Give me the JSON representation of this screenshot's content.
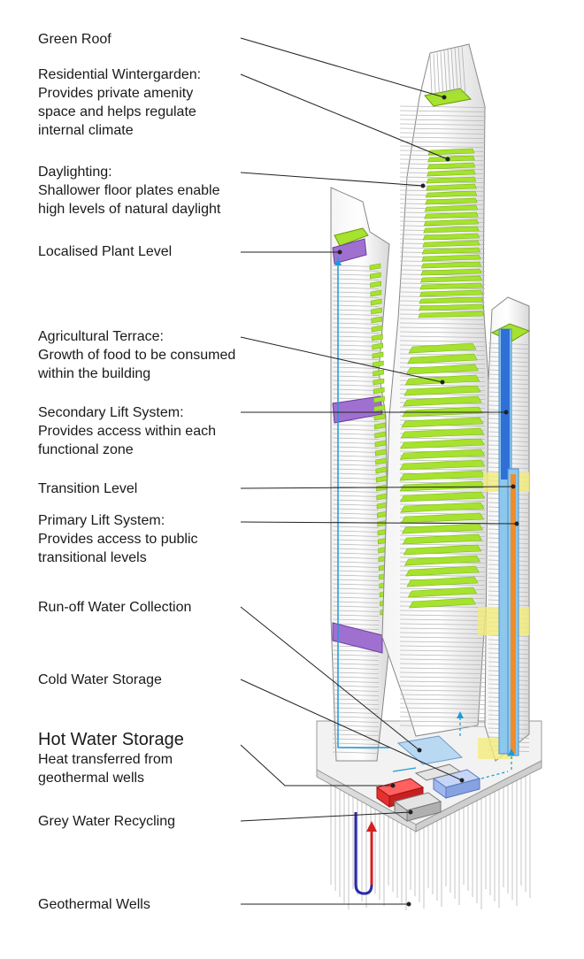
{
  "labels": [
    {
      "key": "green-roof",
      "title": "Green Roof",
      "desc": []
    },
    {
      "key": "residential-wintergarden",
      "title": "Residential Wintergarden:",
      "desc": [
        "Provides private amenity",
        "space and helps regulate",
        "internal climate"
      ]
    },
    {
      "key": "daylighting",
      "title": "Daylighting:",
      "desc": [
        "Shallower floor plates enable",
        "high levels of natural daylight"
      ]
    },
    {
      "key": "localised-plant-level",
      "title": "Localised Plant Level",
      "desc": []
    },
    {
      "key": "agricultural-terrace",
      "title": "Agricultural Terrace:",
      "desc": [
        "Growth of food to be consumed",
        "within the building"
      ]
    },
    {
      "key": "secondary-lift-system",
      "title": "Secondary Lift System:",
      "desc": [
        "Provides access within each",
        "functional zone"
      ]
    },
    {
      "key": "transition-level",
      "title": "Transition Level",
      "desc": []
    },
    {
      "key": "primary-lift-system",
      "title": "Primary Lift System:",
      "desc": [
        "Provides access to public",
        "transitional levels"
      ]
    },
    {
      "key": "run-off-water-collection",
      "title": "Run-off Water Collection",
      "desc": []
    },
    {
      "key": "cold-water-storage",
      "title": "Cold Water Storage",
      "desc": []
    },
    {
      "key": "hot-water-storage",
      "title": "Hot Water Storage",
      "desc": [
        "Heat transferred from",
        "geothermal wells"
      ]
    },
    {
      "key": "grey-water-recycling",
      "title": "Grey Water Recycling",
      "desc": []
    },
    {
      "key": "geothermal-wells",
      "title": "Geothermal Wells",
      "desc": []
    }
  ],
  "colors": {
    "green": "#a6e22e",
    "purple": "#a070d0",
    "yellow": "#f2ec7a",
    "primary_lift": "#f28c28",
    "secondary_lift": "#2f6fd6",
    "lift_glass": "#8cc8ee",
    "hot_water": "#e53030",
    "cold_water": "#9fb8ee",
    "grey_water": "#c8c8c8",
    "flow_arrow": "#1e9bd7",
    "well_hot": "#d61f1f",
    "well_cold": "#2a2aa8",
    "leader_line": "#222222"
  }
}
